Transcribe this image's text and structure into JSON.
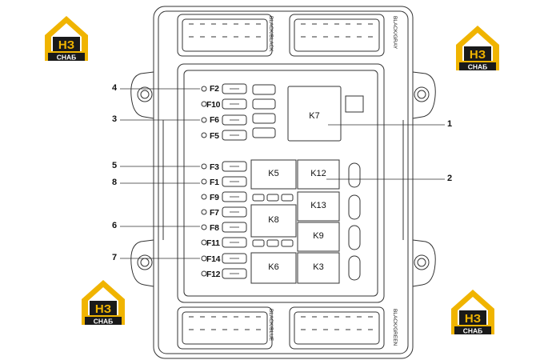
{
  "colors": {
    "line": "#333333",
    "logo_gold": "#f0b400",
    "logo_dark": "#1a1a1a",
    "logo_text": "#ffffff"
  },
  "logo": {
    "mark": "НЗ",
    "caption": "СНАБ"
  },
  "connectors": {
    "top_left": "BLACK/BLACK",
    "top_right": "BLACK/GRAY",
    "bottom_left": "BLACK/BLUE",
    "bottom_right": "BLACK/GREEN"
  },
  "fuses": [
    "F2",
    "F10",
    "F6",
    "F5",
    "F3",
    "F1",
    "F9",
    "F7",
    "F8",
    "F11",
    "F14",
    "F12"
  ],
  "relays": [
    "K7",
    "K5",
    "K12",
    "K13",
    "K8",
    "K9",
    "K6",
    "K3"
  ],
  "callouts": [
    "4",
    "3",
    "5",
    "8",
    "6",
    "7",
    "1",
    "2"
  ]
}
